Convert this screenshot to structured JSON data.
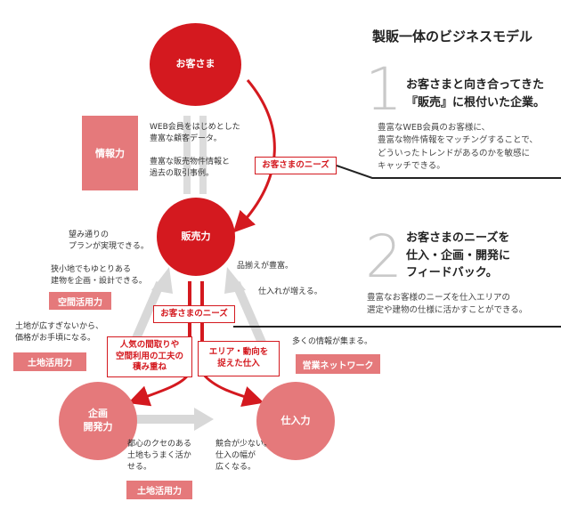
{
  "title": "製販一体のビジネスモデル",
  "nodes": {
    "customer": "お客さま",
    "sales": "販売力",
    "planning": "企画\n開発力",
    "purchasing": "仕入力"
  },
  "badges": {
    "info": "情報力",
    "space": "空間活用力",
    "land_left": "土地活用力",
    "land_bottom": "土地活用力",
    "network": "営業ネットワーク"
  },
  "notes": {
    "info": "WEB会員をはじめとした\n豊富な顧客データ。\n\n豊富な販売物件情報と\n過去の取引事例。",
    "plan": "望み通りの\nプランが実現できる。",
    "space": "狭小地でもゆとりある\n建物を企画・設計できる。",
    "land_left": "土地が広すぎないから、\n価格がお手頃になる。",
    "assortment": "品揃えが豊富。",
    "purchase_increase": "仕入れが増える。",
    "info_gather": "多くの情報が集まる。",
    "urban": "都心のクセのある\n土地もうまく活か\nせる。",
    "competition": "競合が少ない。\n仕入の幅が\n広くなる。"
  },
  "flow_labels": {
    "needs_top": "お客さまのニーズ",
    "needs_mid": "お客さまのニーズ",
    "ideas": "人気の間取りや\n空間利用の工夫の\n積み重ね",
    "trends": "エリア・動向を\n捉えた仕入"
  },
  "points": [
    {
      "number": "1",
      "heading": "お客さまと向き合ってきた\n『販売』に根付いた企業。",
      "text": "豊富なWEB会員のお客様に、\n豊富な物件情報をマッチングすることで、\nどういったトレンドがあるのかを敏感に\nキャッチできる。"
    },
    {
      "number": "2",
      "heading": "お客さまのニーズを\n仕入・企画・開発に\nフィードバック。",
      "text": "豊富なお客様のニーズを仕入エリアの\n選定や建物の仕様に活かすことができる。"
    }
  ]
}
